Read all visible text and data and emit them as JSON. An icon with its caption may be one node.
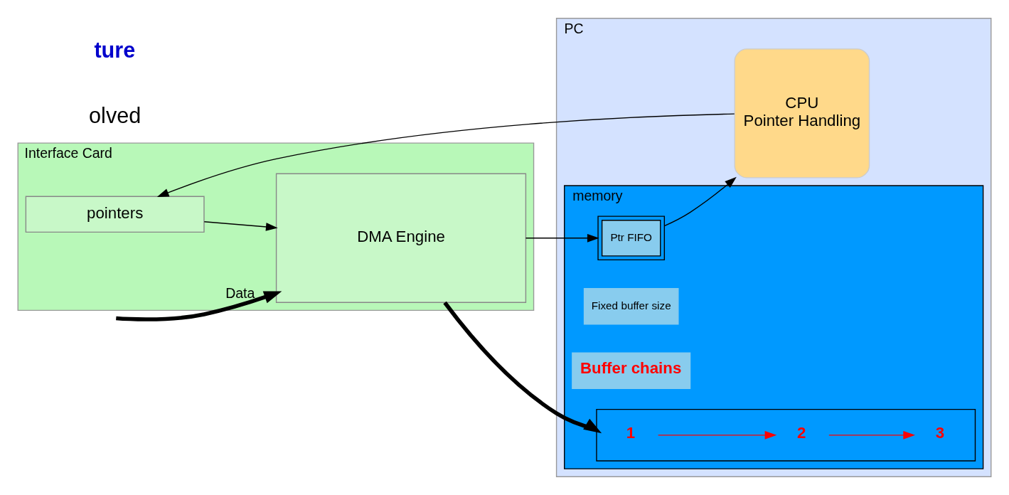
{
  "diagram": {
    "nodes": [
      {
        "text": [
          "Interface Card"
        ]
      },
      {
        "text": [
          "pointers"
        ],
        "in": 0
      },
      {
        "text": [
          "DMA Engine"
        ],
        "in": 0
      },
      {
        "text": [
          "PC"
        ]
      },
      {
        "text": [
          "memory"
        ],
        "in": 3
      },
      {
        "text": [
          "Fixed buffer size"
        ],
        "in": 4
      },
      {
        "text": [],
        "shape": "box",
        "in": 4
      },
      {
        "text": [
          "1"
        ],
        "in": 6
      },
      {
        "text": [
          "2"
        ],
        "in": 6
      },
      {
        "text": [
          "3"
        ],
        "in": 6
      },
      {
        "text": [
          "Buffer chains"
        ],
        "in": 4
      },
      {
        "text": [
          "Ptr FIFO"
        ],
        "in": 4
      },
      {
        "text": [
          "CPU",
          "Pointer Handling"
        ],
        "in": 3
      }
    ],
    "edges": [
      {
        "from": 12,
        "to": 1,
        "arrow": "to"
      },
      {
        "from": 1,
        "to": 2,
        "arrow": "to"
      },
      {
        "from": 2,
        "to": 6,
        "arrow": "to",
        "style": "thick"
      },
      {
        "from": 2,
        "to": 11,
        "arrow": "to"
      },
      {
        "from": 11,
        "to": 12,
        "arrow": "to"
      },
      {
        "from": 7,
        "to": 8,
        "arrow": "to",
        "color": "#ff0000"
      },
      {
        "from": 8,
        "to": 9,
        "arrow": "to",
        "color": "#ff0000"
      },
      {
        "from": null,
        "to": 2,
        "arrow": "to",
        "label": "Data",
        "style": "thick"
      }
    ],
    "labels": [
      "olved",
      "ture"
    ]
  }
}
